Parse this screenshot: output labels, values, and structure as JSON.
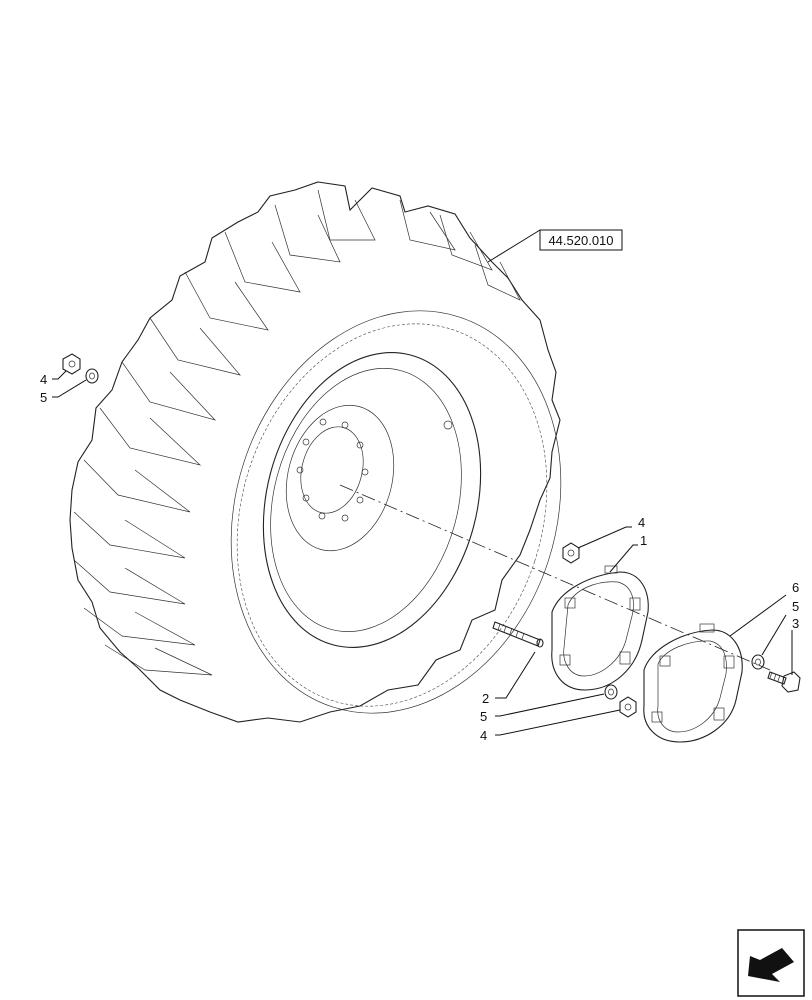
{
  "diagram": {
    "reference_box": {
      "label": "44.520.010"
    },
    "callouts": {
      "nut_left": "4",
      "washer_left": "5",
      "nut_top": "4",
      "weight_inner": "1",
      "stud": "2",
      "washer_bottom": "5",
      "nut_bottom": "4",
      "weight_outer": "6",
      "washer_right": "5",
      "bolt": "3"
    },
    "nav_icon": "arrow-corner-icon"
  }
}
